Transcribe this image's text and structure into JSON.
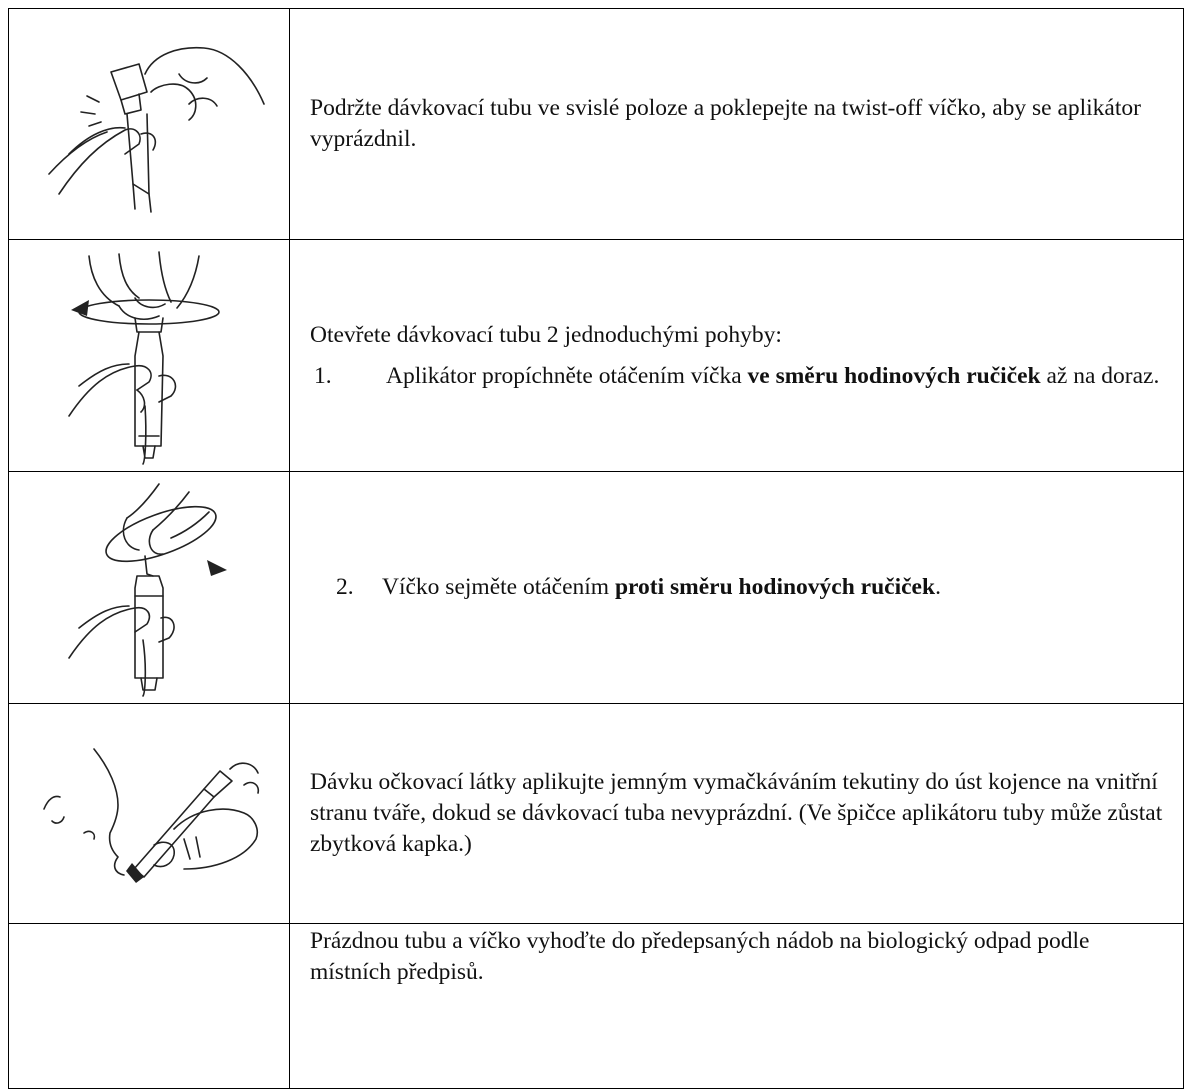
{
  "rows": [
    {
      "icon": "hand-tapping-tube-icon",
      "text": "Podržte dávkovací tubu ve svislé poloze a poklepejte na twist-off víčko, aby se aplikátor vyprázdnil."
    },
    {
      "icon": "twist-clockwise-icon",
      "intro": "Otevřete dávkovací tubu 2 jednoduchými pohyby:",
      "step_num": "1.",
      "step_a": "Aplikátor propíchněte otáčením víčka ",
      "step_bold": "ve směru hodinových ručiček",
      "step_b": " až na doraz."
    },
    {
      "icon": "twist-counterclockwise-icon",
      "step_num": "2.",
      "step_a": "Víčko sejměte otáčením ",
      "step_bold": "proti směru hodinových ručiček",
      "step_b": "."
    },
    {
      "icon": "oral-administration-icon",
      "text": "Dávku očkovací látky aplikujte jemným vymačkáváním tekutiny do úst kojence na vnitřní stranu tváře, dokud se dávkovací tuba nevyprázdní. (Ve špičce aplikátoru tuby může zůstat zbytková kapka.)"
    },
    {
      "text": "Prázdnou tubu a víčko vyhoďte do předepsaných nádob na biologický odpad podle místních předpisů."
    }
  ]
}
